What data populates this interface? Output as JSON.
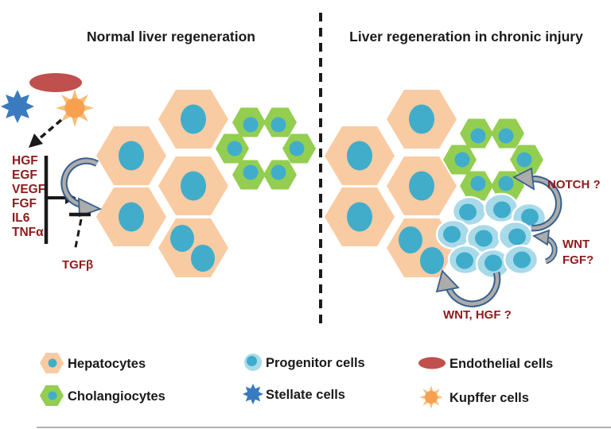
{
  "panels": {
    "left": {
      "title": "Normal liver regeneration"
    },
    "right": {
      "title": "Liver regeneration in chronic injury"
    }
  },
  "signals": {
    "stimulating_factors": [
      "HGF",
      "EGF",
      "VEGF",
      "FGF",
      "IL6",
      "TNFα"
    ],
    "inhibitor": "TGFβ",
    "notch": "NOTCH ?",
    "wnt_fgf_line1": "WNT",
    "wnt_fgf_line2": "FGF?",
    "wnt_hgf": "WNT, HGF ?"
  },
  "legend": {
    "items": [
      {
        "label": "Hepatocytes",
        "icon": "hepatocyte-hexagon"
      },
      {
        "label": "Progenitor cells",
        "icon": "progenitor-circle"
      },
      {
        "label": "Endothelial cells",
        "icon": "endothelial-ellipse"
      },
      {
        "label": "Cholangiocytes",
        "icon": "cholangiocyte-hexagon"
      },
      {
        "label": "Stellate cells",
        "icon": "stellate-star"
      },
      {
        "label": "Kupffer cells",
        "icon": "kupffer-sun"
      }
    ]
  },
  "colors": {
    "hepatocyte": "#F9CBA2",
    "cell-nucleus": "#41ADCB",
    "cholangiocyte": "#93CE50",
    "progenitor": "#A9DAE9",
    "progenitor-nucleus": "#3FACCB",
    "endothelial": "#C0504D",
    "stellate": "#3A7ABF",
    "kupffer-body": "#F6A050",
    "kupffer-ray": "#FABD77",
    "label-dark-red": "#8E1A1A",
    "arrow-fill": "#ACACAC",
    "arrow-outline": "#365F8F",
    "ink": "#1A1A1A"
  }
}
